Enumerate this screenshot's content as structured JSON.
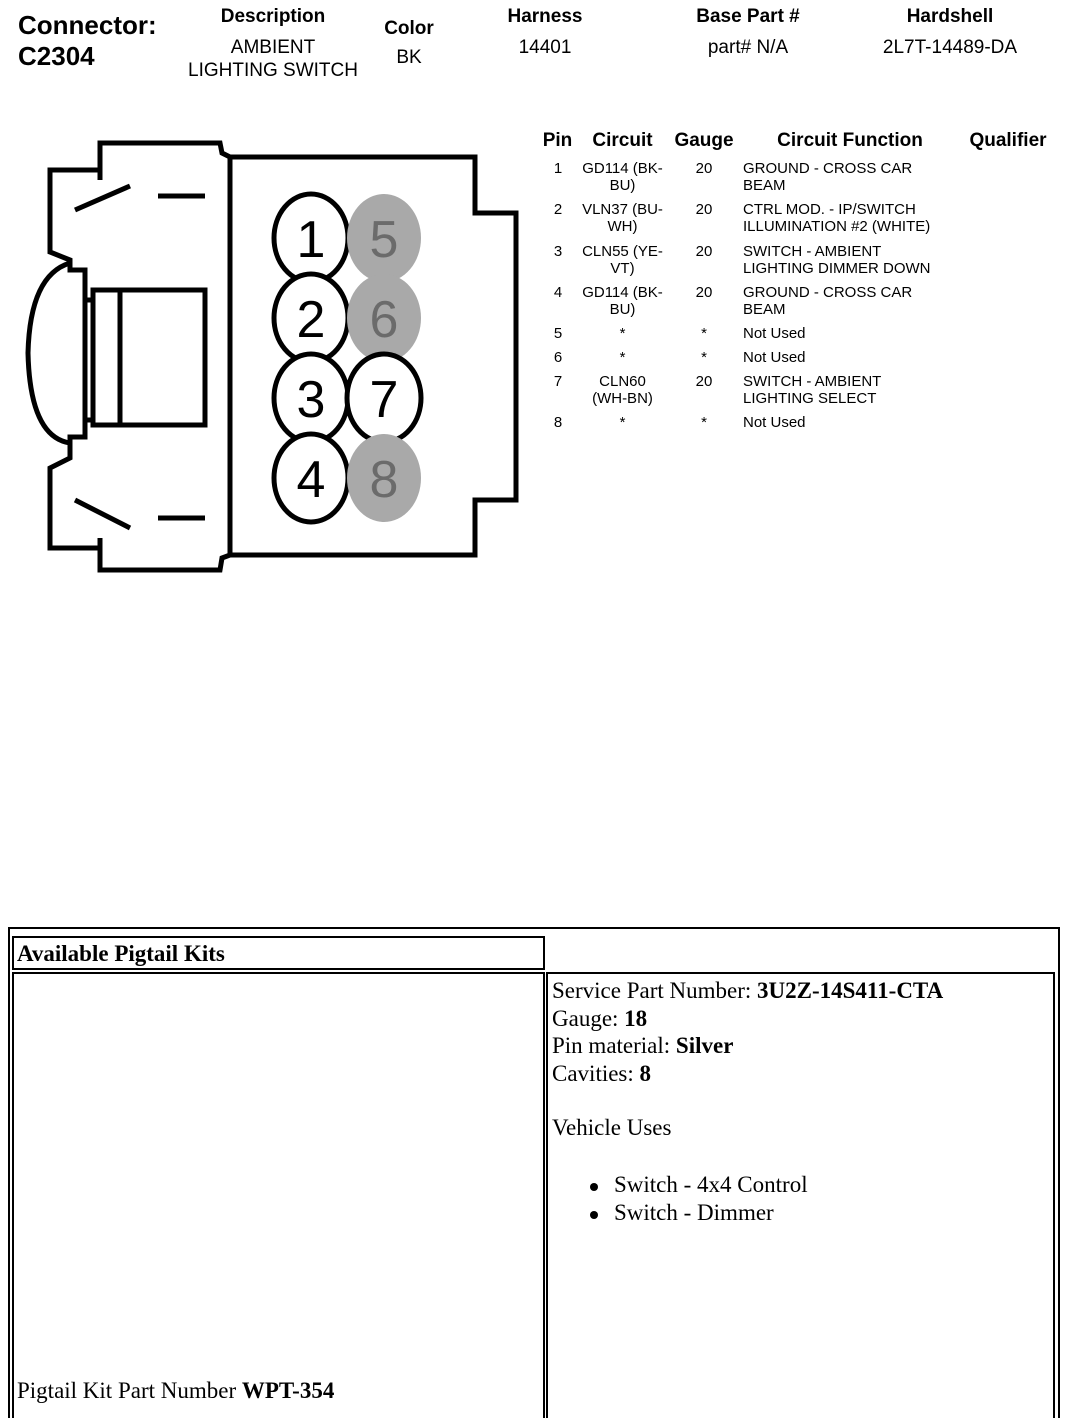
{
  "header": {
    "connector_label": "Connector:",
    "connector_id": "C2304",
    "description_label": "Description",
    "description_line1": "AMBIENT",
    "description_line2": "LIGHTING SWITCH",
    "color_label": "Color",
    "color_value": "BK",
    "harness_label": "Harness",
    "harness_value": "14401",
    "base_part_label": "Base Part #",
    "base_part_value": "part# N/A",
    "hardshell_label": "Hardshell",
    "hardshell_value": "2L7T-14489-DA"
  },
  "diagram": {
    "cavities": [
      {
        "num": "1",
        "used": true
      },
      {
        "num": "2",
        "used": true
      },
      {
        "num": "3",
        "used": true
      },
      {
        "num": "4",
        "used": true
      },
      {
        "num": "5",
        "used": false
      },
      {
        "num": "6",
        "used": false
      },
      {
        "num": "7",
        "used": true
      },
      {
        "num": "8",
        "used": false
      }
    ],
    "unused_fill": "#a9a9a9",
    "unused_text": "#6b6b6b"
  },
  "pin_table": {
    "headers": [
      "Pin",
      "Circuit",
      "Gauge",
      "Circuit Function",
      "Qualifier"
    ],
    "rows": [
      {
        "pin": "1",
        "circuit_l1": "GD114 (BK-",
        "circuit_l2": "BU)",
        "gauge": "20",
        "func_l1": "GROUND - CROSS CAR",
        "func_l2": "BEAM",
        "qualifier": ""
      },
      {
        "pin": "2",
        "circuit_l1": "VLN37 (BU-",
        "circuit_l2": "WH)",
        "gauge": "20",
        "func_l1": "CTRL MOD. - IP/SWITCH",
        "func_l2": "ILLUMINATION #2 (WHITE)",
        "qualifier": ""
      },
      {
        "pin": "3",
        "circuit_l1": "CLN55 (YE-",
        "circuit_l2": "VT)",
        "gauge": "20",
        "func_l1": "SWITCH - AMBIENT",
        "func_l2": "LIGHTING DIMMER DOWN",
        "qualifier": ""
      },
      {
        "pin": "4",
        "circuit_l1": "GD114 (BK-",
        "circuit_l2": "BU)",
        "gauge": "20",
        "func_l1": "GROUND - CROSS CAR",
        "func_l2": "BEAM",
        "qualifier": ""
      },
      {
        "pin": "5",
        "circuit_l1": "*",
        "circuit_l2": "",
        "gauge": "*",
        "func_l1": "Not Used",
        "func_l2": "",
        "qualifier": ""
      },
      {
        "pin": "6",
        "circuit_l1": "*",
        "circuit_l2": "",
        "gauge": "*",
        "func_l1": "Not Used",
        "func_l2": "",
        "qualifier": ""
      },
      {
        "pin": "7",
        "circuit_l1": "CLN60",
        "circuit_l2": "(WH-BN)",
        "gauge": "20",
        "func_l1": "SWITCH - AMBIENT",
        "func_l2": "LIGHTING SELECT",
        "qualifier": ""
      },
      {
        "pin": "8",
        "circuit_l1": "*",
        "circuit_l2": "",
        "gauge": "*",
        "func_l1": "Not Used",
        "func_l2": "",
        "qualifier": ""
      }
    ]
  },
  "pigtail": {
    "title": "Available Pigtail Kits",
    "service_part_label": "Service Part Number:",
    "service_part_value": "3U2Z-14S411-CTA",
    "gauge_label": "Gauge:",
    "gauge_value": "18",
    "pin_material_label": "Pin material:",
    "pin_material_value": "Silver",
    "cavities_label": "Cavities:",
    "cavities_value": "8",
    "vehicle_uses_label": "Vehicle Uses",
    "vehicle_uses": [
      "Switch - 4x4 Control",
      "Switch - Dimmer"
    ],
    "kit_part_label": "Pigtail Kit Part Number",
    "kit_part_value": "WPT-354"
  }
}
